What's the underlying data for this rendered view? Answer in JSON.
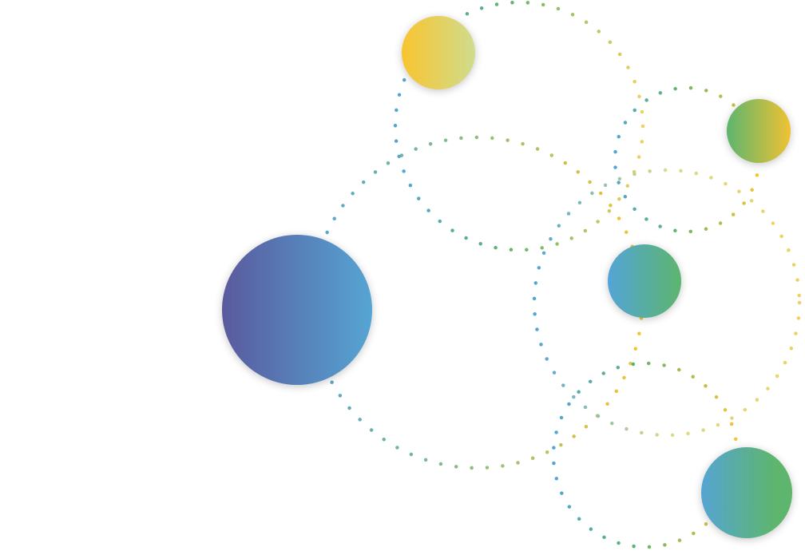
{
  "palette": {
    "indigo": "#5a5a9e",
    "blue": "#55a5d3",
    "green": "#5db56e",
    "yellow": "#f6c432",
    "pale_yellow_green": "#d1dc8a"
  },
  "orbs": [
    {
      "name": "large-indigo-blue-orb",
      "from": "#5a5a9e",
      "to": "#55a5d3"
    },
    {
      "name": "yellow-orb",
      "from": "#f8c42f",
      "to": "#d0dc8e"
    },
    {
      "name": "green-yellow-orb",
      "from": "#5db56e",
      "to": "#f0c232"
    },
    {
      "name": "blue-green-orb",
      "from": "#52a5d6",
      "to": "#5db56e"
    },
    {
      "name": "blue-green-bottom-orb",
      "from": "#55a5d3",
      "to": "#5db56e"
    }
  ]
}
